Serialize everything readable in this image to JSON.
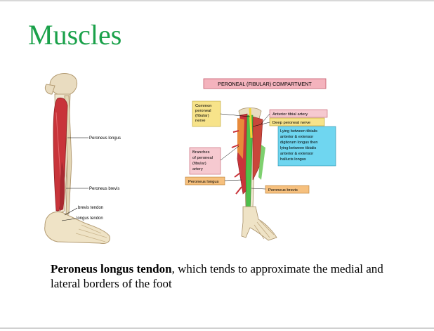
{
  "slide": {
    "title": "Muscles"
  },
  "left_figure": {
    "labels": {
      "peroneus_longus": "Peroneus longus",
      "peroneus_brevis": "Peroneus brevis",
      "brevis_tendon": "brevis tendon",
      "longus_tendon": "longus tendon"
    }
  },
  "right_figure": {
    "heading": "PERONEAL (FIBULAR) COMPARTMENT",
    "labels": {
      "common_peroneal_nerve": [
        "Common",
        "peroneal",
        "(fibular)",
        "nerve"
      ],
      "anterior_tibial_artery": "Anterior tibial artery",
      "deep_peroneal_nerve": "Deep peroneal nerve",
      "deep_nerve_note": [
        "Lying between tibialis",
        "anterior & extensor",
        "digitorum longus then",
        "lying between tibialis",
        "anterior & extensor",
        "hallucis longus"
      ],
      "branches_of_peroneal_artery": [
        "Branches",
        "of peroneal",
        "(fibular)",
        "artery"
      ],
      "peroneus_longus": "Peroneus longus",
      "peroneus_brevis": "Peroneus brevis"
    }
  },
  "caption": {
    "bold": "Peroneus longus tendon",
    "rest": ", which tends to approximate the medial and lateral borders of the foot"
  },
  "colors": {
    "title": "#1aa14a",
    "muscle_red": "#c8343a",
    "muscle_green": "#4fc04a",
    "label_yellow": "#f7e38a",
    "label_pink": "#f6c9d0",
    "label_cyan": "#6fd6f0",
    "heading_pink": "#f4b3bd"
  }
}
